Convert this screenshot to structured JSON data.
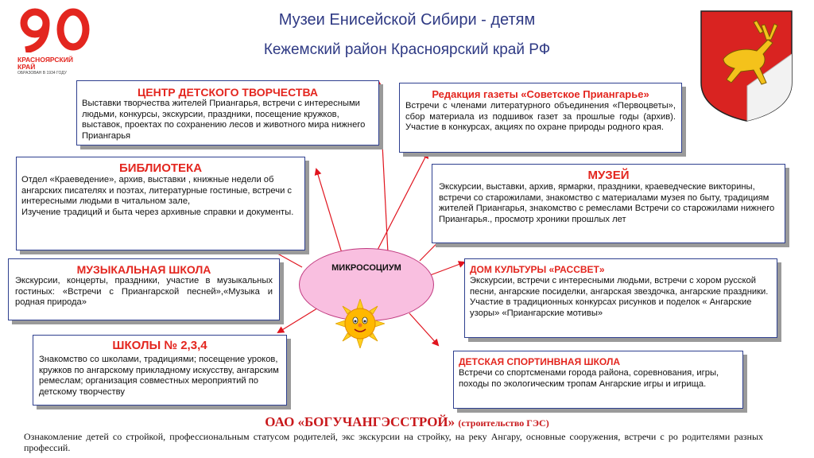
{
  "header": {
    "title": "Музеи Енисейской Сибири - детям",
    "subtitle": "Кежемский район Красноярский край РФ"
  },
  "logo": {
    "number": "90",
    "line1": "КРАСНОЯРСКИЙ",
    "line2": "КРАЙ",
    "line3": "ОБРАЗОВАН В 1934 ГОДУ",
    "color": "#e3261f"
  },
  "center": {
    "label": "МИКРОСОЦИУМ",
    "color": "#f9bfe0"
  },
  "boxes": {
    "cdt": {
      "title": "ЦЕНТР ДЕТСКОГО ТВОРЧЕСТВА",
      "text": "Выставки творчества жителей Приангарья, встречи с интересными людьми, конкурсы, экскурсии, праздники, посещение кружков, выставок, проектах по сохранению лесов  и животного мира нижнего Приангарья"
    },
    "newspaper": {
      "title": "Редакция газеты «Советское Приангарье»",
      "text": "Встречи с членами литературного объединения «Первоцветы», сбор материала из подшивок газет за прошлые годы (архив). Участие в конкурсах, акциях по охране природы родного края."
    },
    "library": {
      "title": "БИБЛИОТЕКА",
      "text1": "Отдел «Краеведение», архив, выставки , книжные недели об ангарских писателях и поэтах,  литературные гостиные, встречи с интересными людьми в читальном зале,",
      "text2": "Изучение традиций и быта через архивные справки и документы."
    },
    "museum": {
      "title": "МУЗЕЙ",
      "text": "Экскурсии, выставки, архив, ярмарки, праздники, краеведческие викторины, встречи со старожилами, знакомство с материалами музея по быту, традициям жителей Приангарья, знакомство с ремеслами Встречи со старожилами  нижнего Приангарья., просмотр хроники прошлых лет"
    },
    "music": {
      "title": "МУЗЫКАЛЬНАЯ ШКОЛА",
      "text": "Экскурсии, концерты, праздники, участие в музыкальных гостиных: «Встречи с Приангарской песней»,«Музыка и родная природа»"
    },
    "culture": {
      "title": "ДОМ КУЛЬТУРЫ «РАССВЕТ»",
      "text": "Экскурсии, встречи с интересными людьми, встречи с хором русской песни, ангарские посиделки, ангарская звездочка, ангарские праздники. Участие в традиционных конкурсах рисунков и поделок « Ангарские узоры»  «Приангарские мотивы»"
    },
    "schools": {
      "title": "ШКОЛЫ № 2,3,4",
      "text": "Знакомство со школами, традициями; посещение уроков,  кружков по ангарскому прикладному искусству, ангарским ремеслам; организация совместных мероприятий по детскому творчеству"
    },
    "sport": {
      "title": "ДЕТСКАЯ СПОРТИНВНАЯ ШКОЛА",
      "text": "Встречи со спортсменами города района, соревнования, игры, походы по экологическим тропам Ангарские игры и игрища."
    }
  },
  "bottom": {
    "title": "ОАО «БОГУЧАНГЭССТРОЙ»",
    "title_note": "(строительство ГЭС)",
    "text": "Ознакомление детей со стройкой, профессиональным статусом родителей, экс экскурсии на стройку, на реку  Ангару,  основные  сооружения, встречи с ро  родителями разных профессий."
  },
  "colors": {
    "heading_blue": "#2f3a84",
    "box_title_red": "#e3261f",
    "arrow_red": "#e0141e",
    "coat_red": "#d92321",
    "coat_gold": "#f4c21b"
  }
}
